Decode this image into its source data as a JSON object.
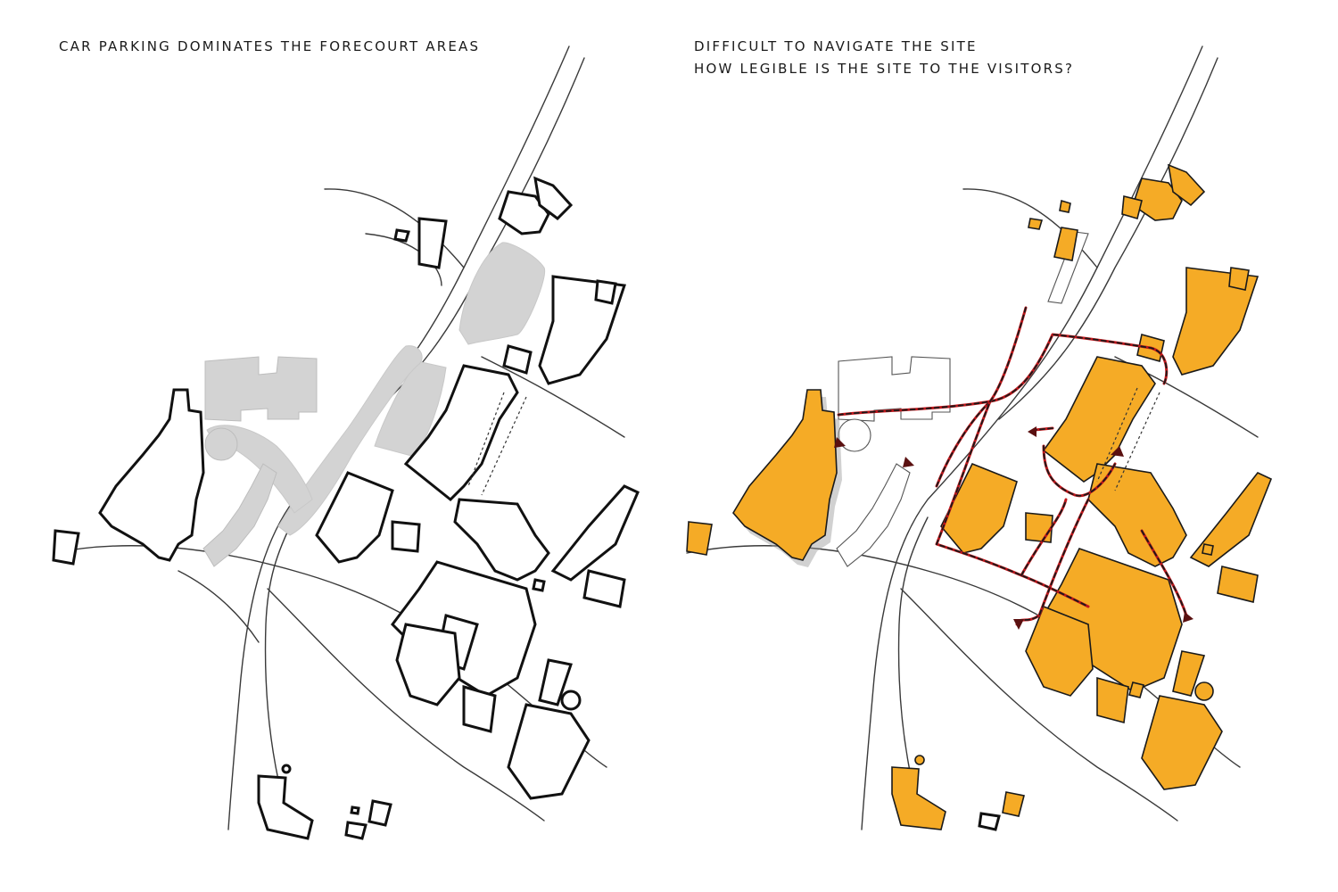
{
  "panels": {
    "left": {
      "caption": "CAR PARKING DOMINATES THE FORECOURT AREAS"
    },
    "right": {
      "caption_lines": [
        "DIFFICULT TO NAVIGATE THE SITE",
        "HOW LEGIBLE IS THE SITE TO THE VISITORS?"
      ]
    }
  },
  "colors": {
    "background": "#ffffff",
    "building_outline": "#111111",
    "car_parking_fill": "#d3d3d3",
    "highlighted_building_fill": "#f5ab26",
    "route_line": "#c0161b"
  }
}
